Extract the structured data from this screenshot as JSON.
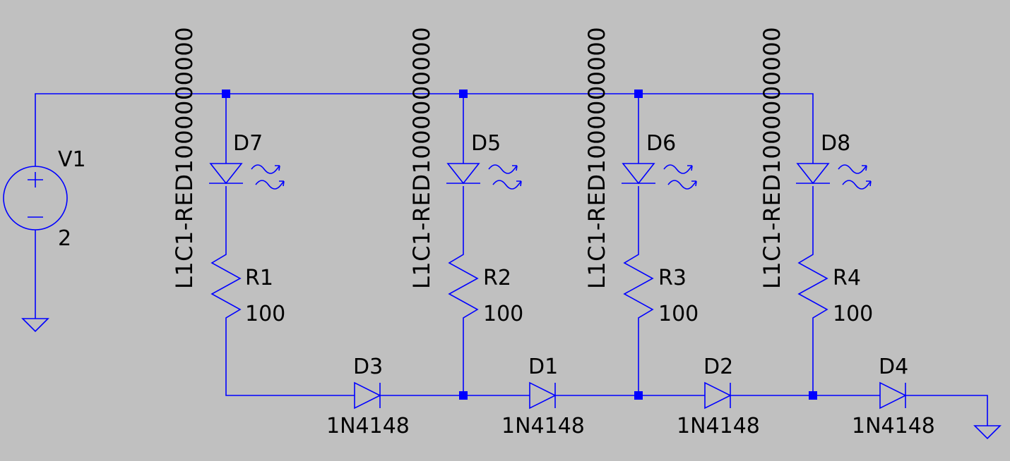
{
  "source": {
    "name": "V1",
    "value": "2"
  },
  "leds": [
    {
      "name": "D7",
      "model": "L1C1-RED1000000000"
    },
    {
      "name": "D5",
      "model": "L1C1-RED1000000000"
    },
    {
      "name": "D6",
      "model": "L1C1-RED1000000000"
    },
    {
      "name": "D8",
      "model": "L1C1-RED1000000000"
    }
  ],
  "resistors": [
    {
      "name": "R1",
      "value": "100"
    },
    {
      "name": "R2",
      "value": "100"
    },
    {
      "name": "R3",
      "value": "100"
    },
    {
      "name": "R4",
      "value": "100"
    }
  ],
  "diodes": [
    {
      "name": "D3",
      "model": "1N4148"
    },
    {
      "name": "D1",
      "model": "1N4148"
    },
    {
      "name": "D2",
      "model": "1N4148"
    },
    {
      "name": "D4",
      "model": "1N4148"
    }
  ],
  "colors": {
    "background": "#c0c0c0",
    "wire": "#0000ff",
    "text": "#000000"
  },
  "icons": [
    "voltage-source-icon",
    "led-icon",
    "light-emission-icon",
    "resistor-icon",
    "diode-icon",
    "ground-icon",
    "junction-node-icon"
  ]
}
